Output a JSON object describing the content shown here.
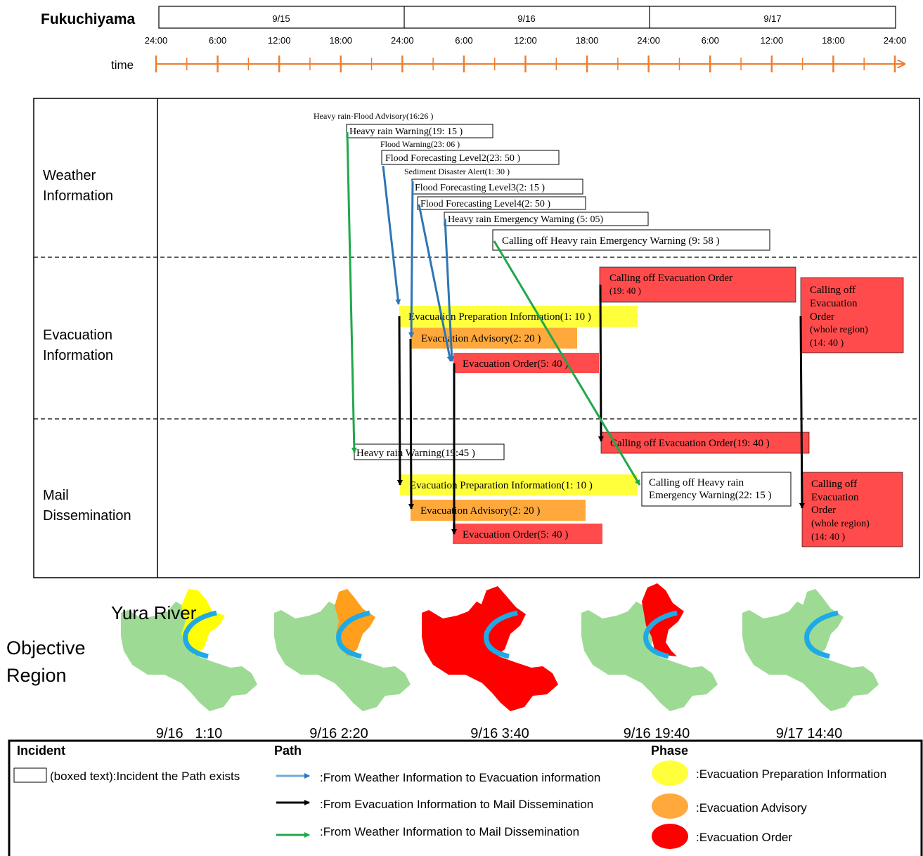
{
  "header": {
    "location": "Fukuchiyama",
    "dates": [
      "9/15",
      "9/16",
      "9/17"
    ],
    "time_label": "time",
    "ticks": [
      "24:00",
      "6:00",
      "12:00",
      "18:00",
      "24:00",
      "6:00",
      "12:00",
      "18:00",
      "24:00",
      "6:00",
      "12:00",
      "18:00",
      "24:00"
    ]
  },
  "rows": {
    "weather": [
      "Weather",
      "Information"
    ],
    "evacuation": [
      "Evacuation",
      "Information"
    ],
    "mail": [
      "Mail",
      "Dissemination"
    ]
  },
  "weather_events": {
    "flood_advisory": "Heavy rain·Flood Advisory(16:26 )",
    "heavy_rain_warning": "Heavy rain Warning(19: 15 )",
    "flood_warning": "Flood Warning(23: 06 )",
    "flood_level2": "Flood Forecasting Level2(23: 50 )",
    "sediment_alert": "Sediment Disaster Alert(1: 30 )",
    "flood_level3": "Flood Forecasting Level3(2: 15 )",
    "flood_level4": "Flood Forecasting Level4(2: 50 )",
    "emergency_warning": "Heavy rain Emergency Warning (5: 05)",
    "calling_off_emergency": "Calling off Heavy rain Emergency Warning (9: 58 )"
  },
  "evacuation_events": {
    "calling_off_order": [
      "Calling off Evacuation Order",
      "(19: 40 )"
    ],
    "calling_off_whole": [
      "Calling off",
      "Evacuation",
      "Order",
      "(whole region)",
      "(14: 40 )"
    ],
    "prep_info": "Evacuation Preparation Information(1: 10 )",
    "advisory": "Evacuation Advisory(2: 20 )",
    "order": "Evacuation Order(5: 40 )"
  },
  "mail_events": {
    "heavy_rain_warning": "Heavy rain Warning(19:45 )",
    "calling_off_order": "Calling off Evacuation Order(19: 40 )",
    "prep_info": "Evacuation Preparation Information(1: 10 )",
    "calling_off_emergency": [
      "Calling off Heavy rain",
      "Emergency Warning(22: 15 )"
    ],
    "calling_off_whole": [
      "Calling off",
      "Evacuation",
      "Order",
      "(whole region)",
      "(14: 40 )"
    ],
    "advisory": "Evacuation Advisory(2: 20 )",
    "order": "Evacuation Order(5: 40 )"
  },
  "region": {
    "label": [
      "Objective",
      "Region"
    ],
    "river_label": "Yura River",
    "map_times": [
      "9/16   1:10",
      "9/16 2:20",
      "9/16 3:40",
      "9/16 19:40",
      "9/17 14:40"
    ]
  },
  "legend": {
    "incident_title": "Incident",
    "incident_text": "(boxed text):Incident the Path exists",
    "path_title": "Path",
    "paths": [
      ":From Weather Information to Evacuation information",
      ":From Evacuation Information to Mail Dissemination",
      ":From Weather Information to Mail Dissemination"
    ],
    "phase_title": "Phase",
    "phases": [
      ":Evacuation Preparation Information",
      ":Evacuation Advisory",
      ":Evacuation Order"
    ]
  },
  "colors": {
    "orange_axis": "#ED7D31",
    "blue_path": "#2E75B6",
    "black_path": "#000000",
    "green_path": "#1FA84A",
    "yellow_phase": "#FFFF3C",
    "orange_phase": "#FFA93C",
    "red_phase": "#FF4B4B",
    "red_fill": "#FF0000",
    "green_map": "#9DDB95",
    "river": "#1EAAE6"
  }
}
